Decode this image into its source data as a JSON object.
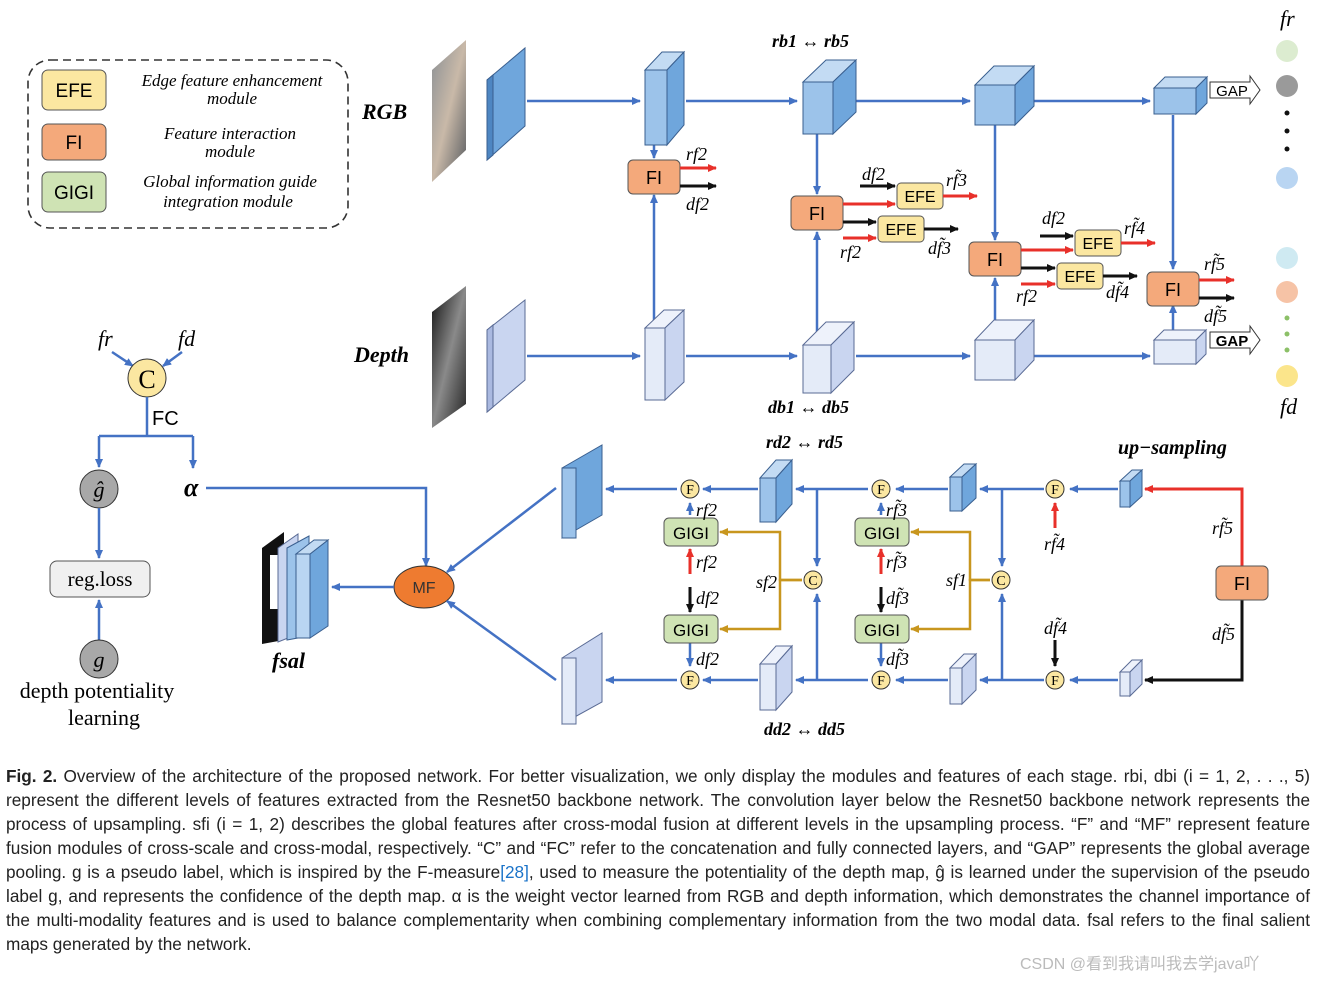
{
  "legend": [
    {
      "abbr": "EFE",
      "line1": "Edge feature enhancement",
      "line2": "module",
      "color": "#fbe7a1"
    },
    {
      "abbr": "FI",
      "line1": "Feature interaction",
      "line2": "module",
      "color": "#f4a97b"
    },
    {
      "abbr": "GIGI",
      "line1": "Global information guide",
      "line2": "integration module",
      "color": "#cfe3b4"
    }
  ],
  "streams": {
    "rgb": "RGB",
    "depth": "Depth"
  },
  "stage_labels": {
    "rb": "rb1 ↔ rb5",
    "db": "db1 ↔ db5",
    "rd": "rd2 ↔ rd5",
    "dd": "dd2 ↔ dd5",
    "upsampling": "up−sampling"
  },
  "modules": {
    "fi": "FI",
    "efe": "EFE",
    "gigi": "GIGI",
    "gap": "GAP",
    "mf": "MF",
    "c": "C",
    "f": "F"
  },
  "features": {
    "rf2": "rf2",
    "df2": "df2",
    "rf3": "rf̃3",
    "df3": "df̃3",
    "rf4": "rf̃4",
    "df4": "df̃4",
    "rf5": "rf̃5",
    "df5": "df̃5",
    "sf1": "sf1",
    "sf2": "sf2",
    "fr": "fr",
    "fd": "fd",
    "fsal": "fsal"
  },
  "depth_branch": {
    "fc": "FC",
    "alpha": "α",
    "ghat": "ĝ",
    "g": "g",
    "regloss": "reg.loss",
    "title_line1": "depth potentiality",
    "title_line2": "learning"
  },
  "colors": {
    "rgb_cube": "#6fa6dc",
    "depth_cube": "#c9d5f0",
    "arrow_blue": "#4472c4",
    "arrow_red": "#e8302a",
    "arrow_gold": "#c8961e",
    "mf": "#ee7b30",
    "c_node": "#fbe7a1"
  },
  "caption": {
    "label": "Fig. 2.",
    "text": "Overview of the architecture of the proposed network. For better visualization, we only display the modules and features of each stage. rbi, dbi (i = 1, 2, . . ., 5) represent the different levels of features extracted from the Resnet50 backbone network. The convolution layer below the Resnet50 backbone network represents the process of upsampling. sfi (i = 1, 2) describes the global features after cross-modal fusion at different levels in the upsampling process. “F” and “MF” represent feature fusion modules of cross-scale and cross-modal, respectively. “C” and “FC” refer to the concatenation and fully connected layers, and “GAP” represents the global average pooling. g is a pseudo label, which is inspired by the F-measure",
    "ref": "[28]",
    "text2": ", used to measure the potentiality of the depth map, ĝ is learned under the supervision of the pseudo label g, and represents the confidence of the depth map. α is the weight vector learned from RGB and depth information, which demonstrates the channel importance of the multi-modality features and is used to balance complementarity when combining complementary information from the two modal data. fsal refers to the final salient maps generated by the network."
  },
  "watermark": "CSDN @看到我请叫我去学java吖"
}
